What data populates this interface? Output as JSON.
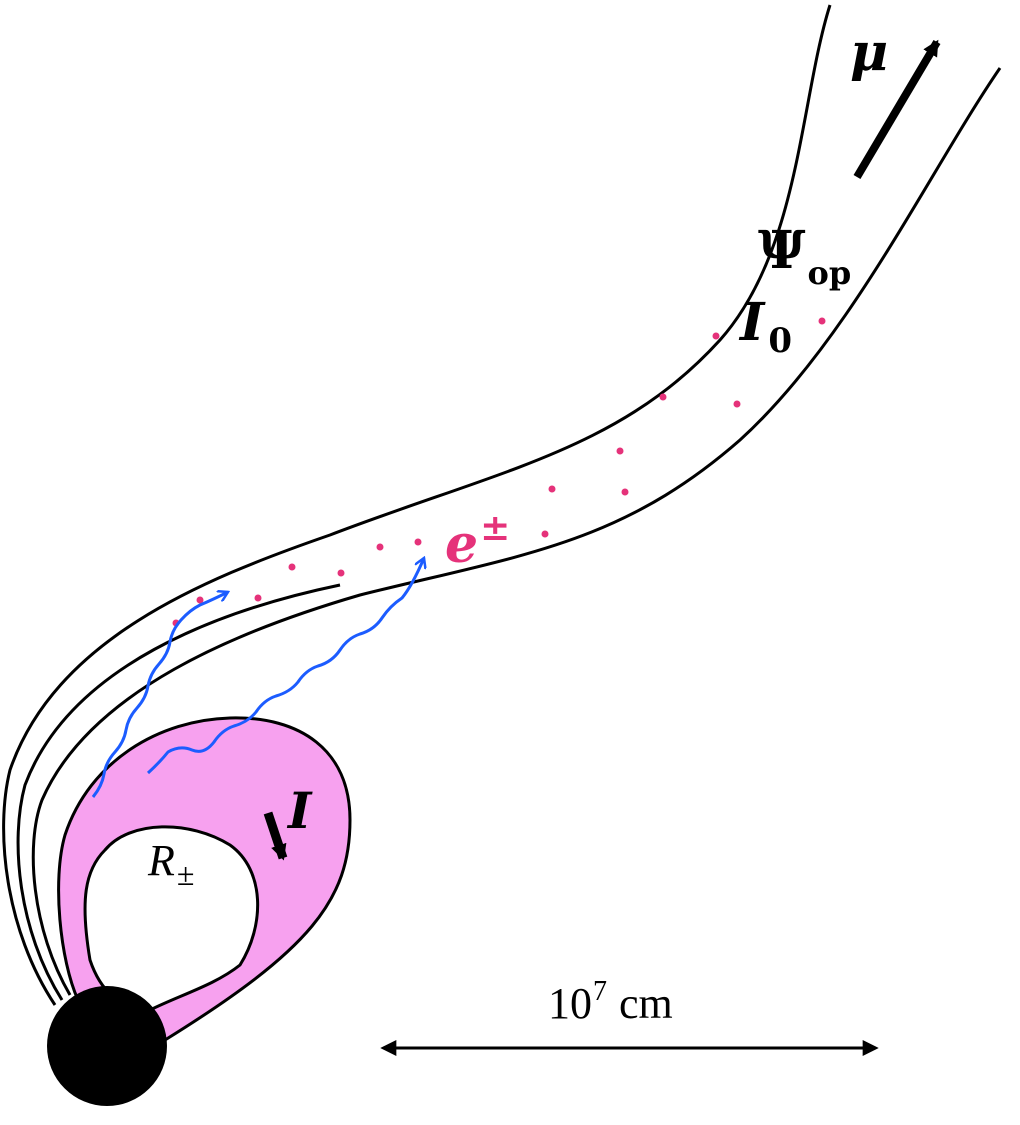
{
  "labels": {
    "mu": "μ",
    "psi": "Ψ",
    "psi_sub": "op",
    "i0": "I",
    "i0_sub": "0",
    "pairs": "e",
    "pairs_sup": "±",
    "loop_current": "I",
    "region": "R",
    "region_sub": "±",
    "scale_base": "10",
    "scale_exp": "7",
    "scale_unit": "cm"
  },
  "colors": {
    "outline": "#000000",
    "loop_fill": "#f7a1ef",
    "pairs": "#e5327a",
    "photons": "#1c5cff",
    "background": "#ffffff"
  }
}
